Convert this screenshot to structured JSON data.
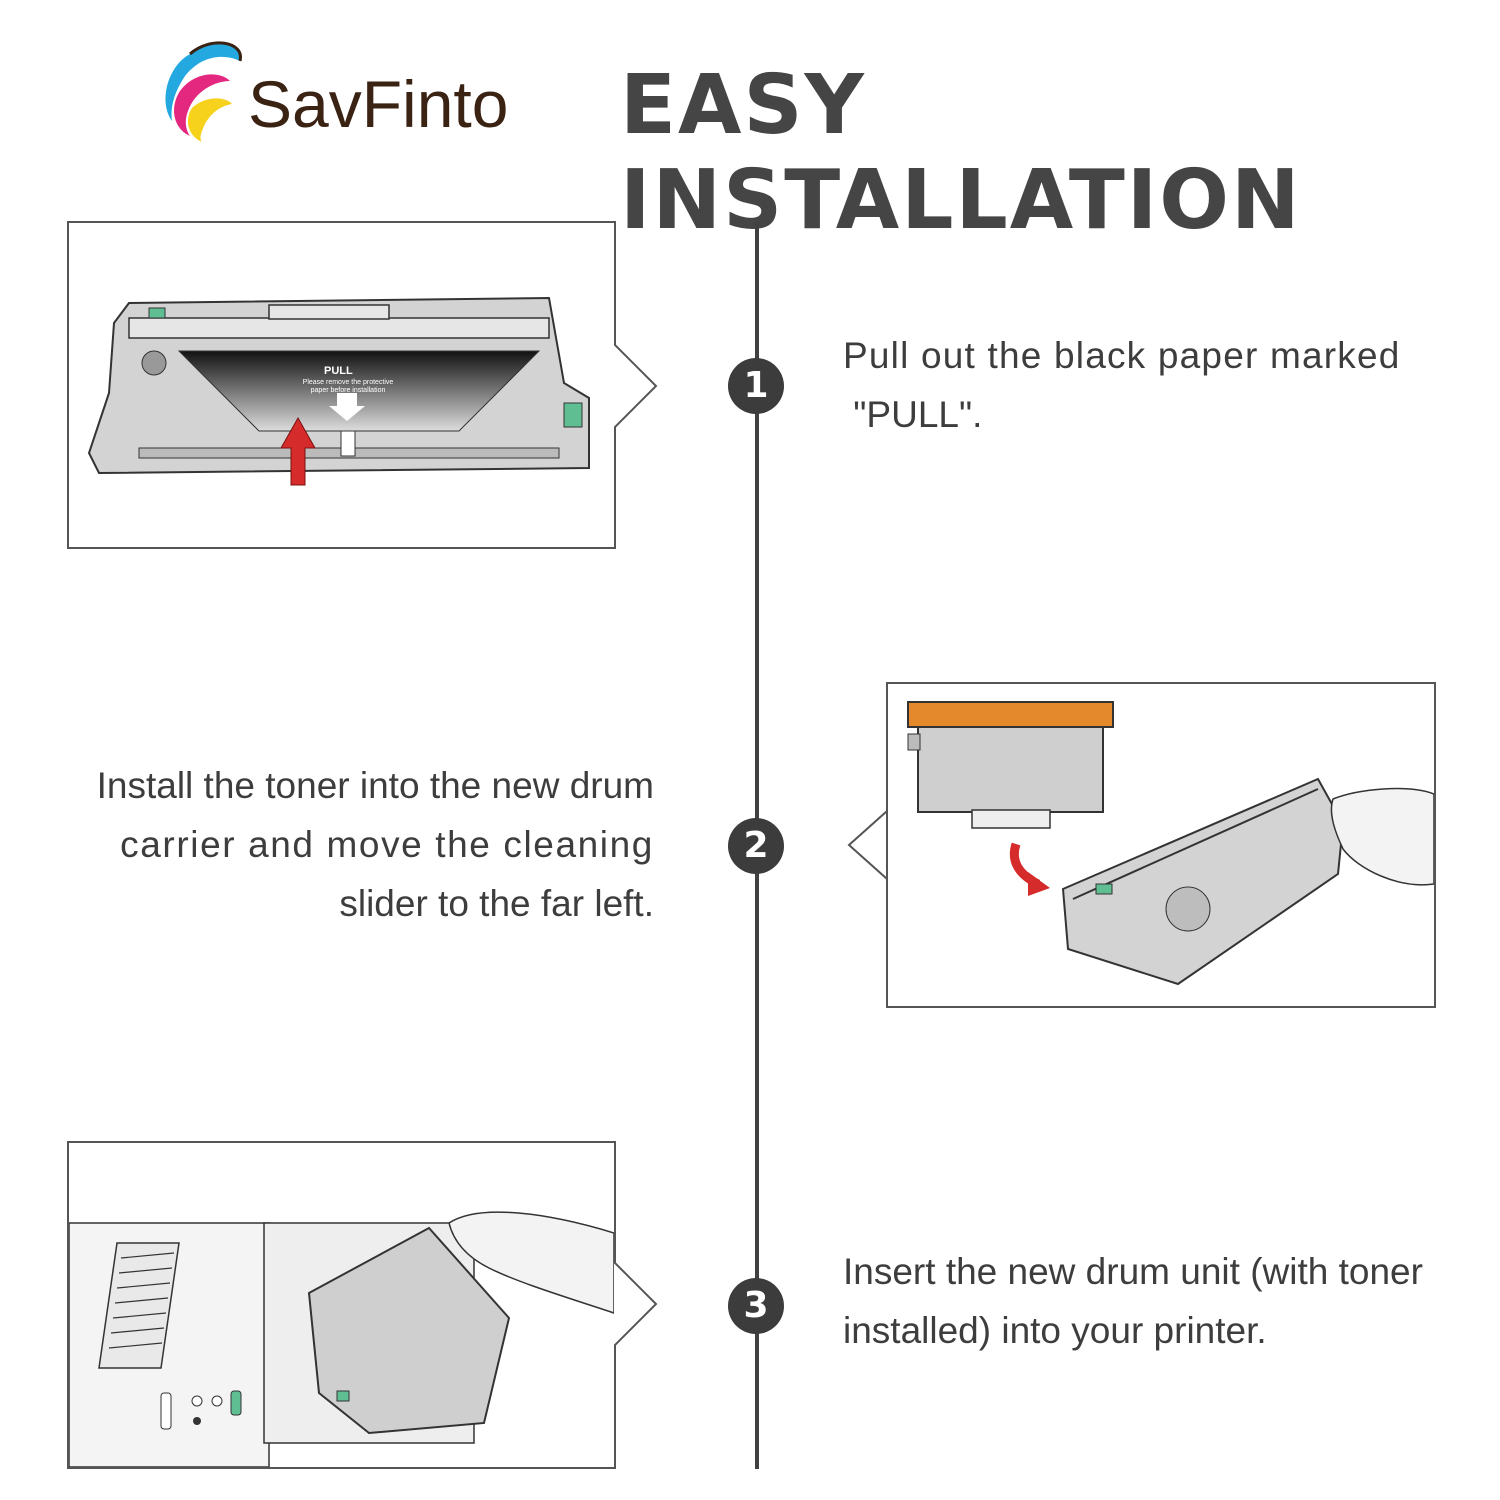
{
  "header": {
    "brand_name": "SavFinto",
    "title": "EASY INSTALLATION"
  },
  "steps": [
    {
      "number": "1",
      "text_line1": "Pull out the black paper marked",
      "text_line2": " \"PULL\".",
      "illustration_label": "PULL",
      "illustration_note_line1": "Please remove the protective",
      "illustration_note_line2": "paper before installation"
    },
    {
      "number": "2",
      "text_line1": "Install the toner into the new drum",
      "text_line2": "carrier and move the cleaning",
      "text_line3": "slider to the far left."
    },
    {
      "number": "3",
      "text_line1": "Insert the new drum unit (with toner",
      "text_line2": "installed) into your printer."
    }
  ],
  "colors": {
    "accent_red": "#d62b2b",
    "toner_orange": "#e58a2c",
    "tab_green": "#5fbf93",
    "logo_blue": "#23a8e0",
    "logo_magenta": "#e4277f",
    "logo_yellow": "#f6d21c"
  }
}
